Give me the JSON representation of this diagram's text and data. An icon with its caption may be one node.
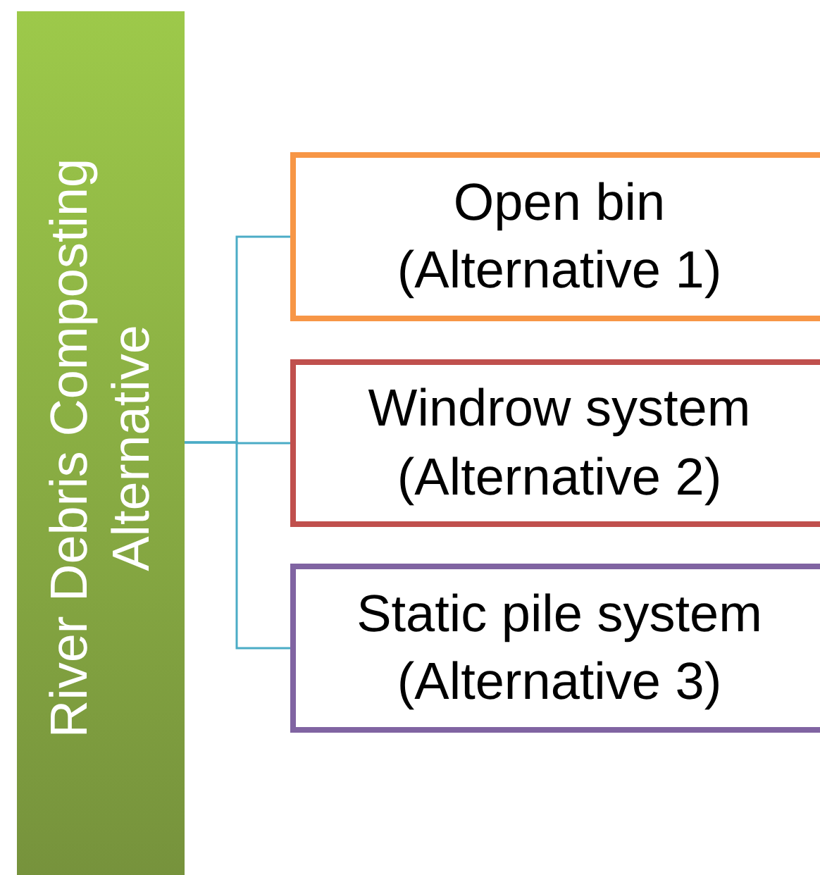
{
  "diagram": {
    "nodes": [
      {
        "text": [
          "River Debris Composting Alternative"
        ]
      },
      {
        "text": [
          "Open bin",
          "(Alternative 1)"
        ]
      },
      {
        "text": [
          "Windrow system",
          "(Alternative 2)"
        ]
      },
      {
        "text": [
          "Static pile system",
          "(Alternative 3)"
        ]
      }
    ],
    "edges": [
      {
        "from": 0,
        "to": 1,
        "arrow": "none"
      },
      {
        "from": 0,
        "to": 2,
        "arrow": "none"
      },
      {
        "from": 0,
        "to": 3,
        "arrow": "none"
      }
    ]
  }
}
